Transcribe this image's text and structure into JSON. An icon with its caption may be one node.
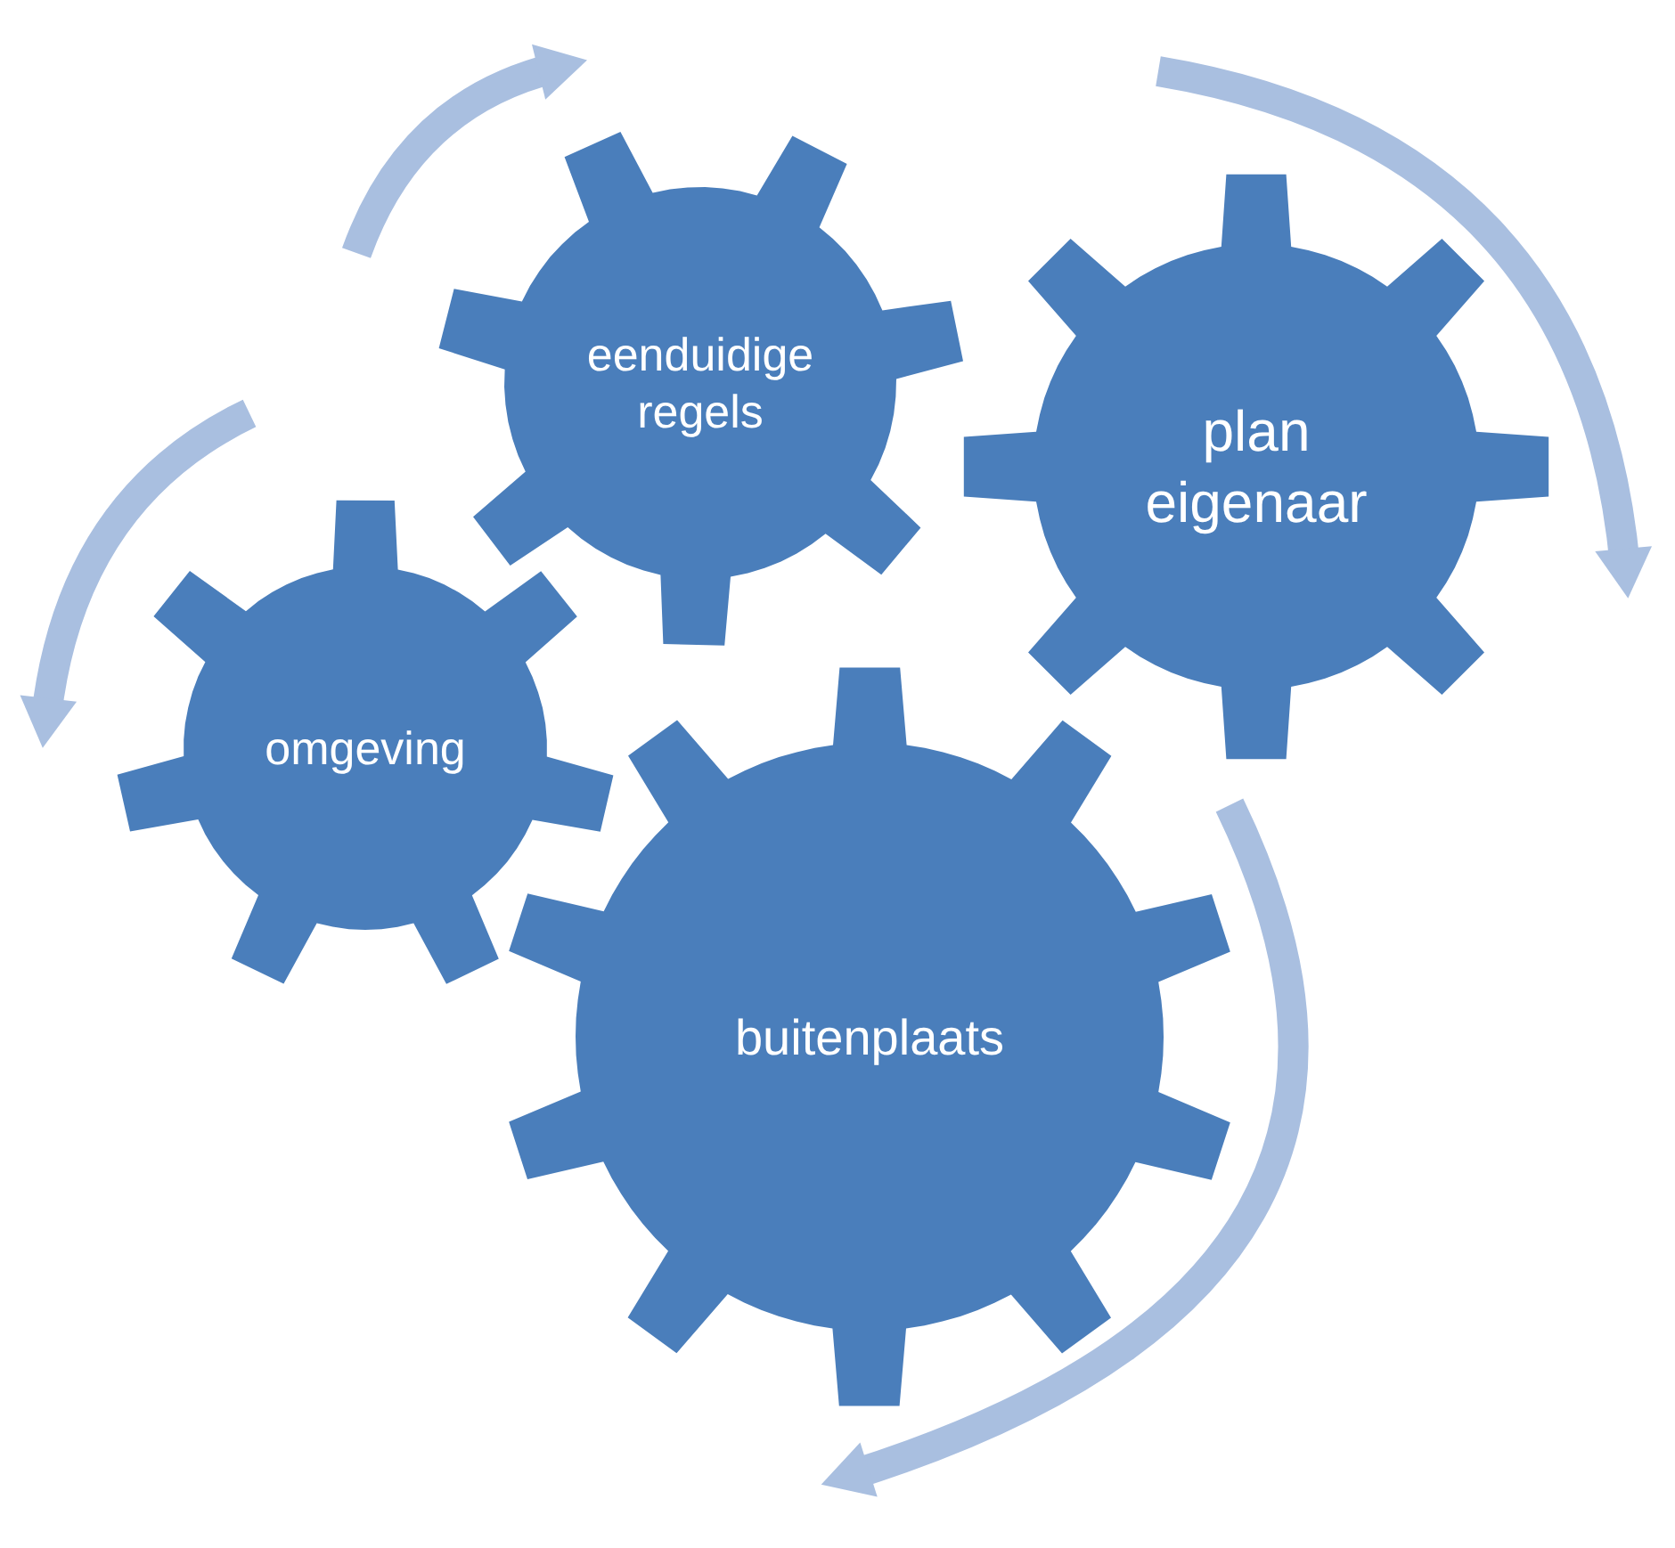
{
  "diagram": {
    "nodes": [
      {
        "text": [
          "eenduidige regels"
        ]
      },
      {
        "text": [
          "plan eigenaar"
        ]
      },
      {
        "text": [
          "omgeving"
        ]
      },
      {
        "text": [
          "buitenplaats"
        ]
      }
    ]
  }
}
